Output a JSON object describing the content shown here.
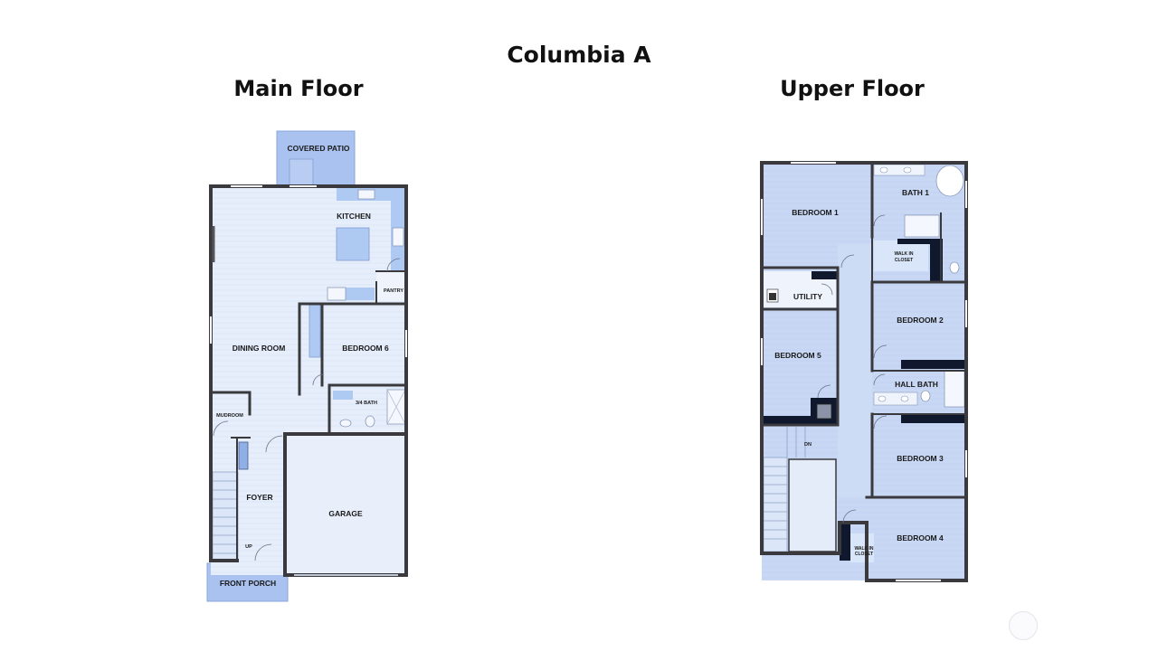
{
  "title": "Columbia A",
  "floors": {
    "main": {
      "title": "Main Floor",
      "rooms": {
        "covered_patio": "COVERED PATIO",
        "kitchen": "KITCHEN",
        "pantry": "PANTRY",
        "dining_room": "DINING ROOM",
        "bedroom_6": "BEDROOM 6",
        "bath_34": "3/4 BATH",
        "mudroom": "MUDROOM",
        "foyer": "FOYER",
        "stairs_up": "UP",
        "garage": "GARAGE",
        "front_porch": "FRONT PORCH"
      }
    },
    "upper": {
      "title": "Upper Floor",
      "rooms": {
        "bedroom_1": "BEDROOM 1",
        "bath_1": "BATH 1",
        "walk_in_closet_1_line1": "WALK IN",
        "walk_in_closet_1_line2": "CLOSET",
        "utility": "UTILITY",
        "bedroom_2": "BEDROOM 2",
        "bedroom_5": "BEDROOM 5",
        "hall_bath": "HALL BATH",
        "stairs_down": "DN",
        "bedroom_3": "BEDROOM 3",
        "bedroom_4": "BEDROOM 4",
        "walk_in_closet_4_line1": "WALK IN",
        "walk_in_closet_4_line2": "CLOSET"
      }
    }
  },
  "colors": {
    "floor_fill": "#e3ecfa",
    "upper_room_fill": "#c9d9f5",
    "accent_blue": "#9ab6ec",
    "wall": "#3a3a3e",
    "dark_closet": "#10182e"
  }
}
